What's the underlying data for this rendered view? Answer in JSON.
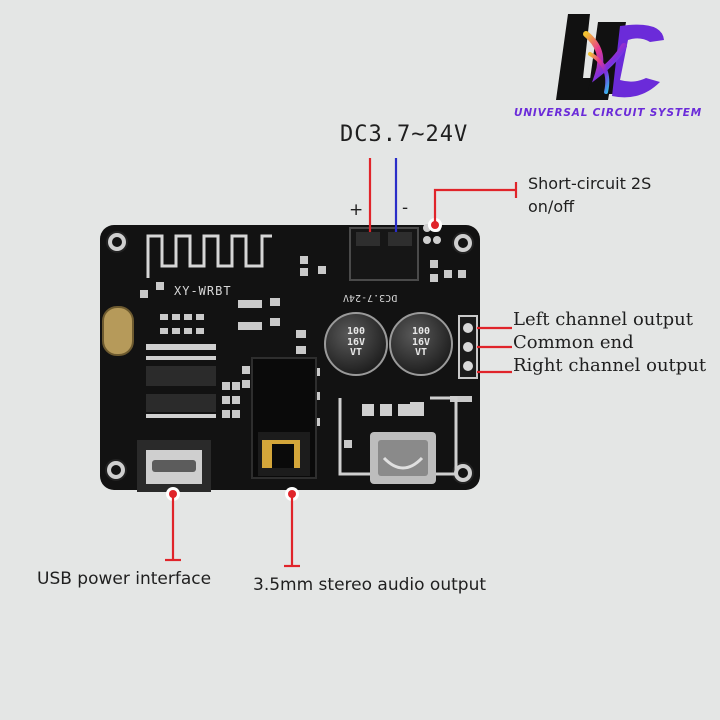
{
  "diagram": {
    "power_label": "DC3.7~24V",
    "plus_sign": "+",
    "minus_sign": "-",
    "short_circuit_line1": "Short-circuit 2S",
    "short_circuit_line2": "on/off",
    "left_channel": "Left channel output",
    "common_end": "Common end",
    "right_channel": "Right channel output",
    "usb_label": "USB power interface",
    "jack_label": "3.5mm stereo audio output"
  },
  "board": {
    "model_silkscreen": "XY-WRBT",
    "voltage_silkscreen": "DC3.7-24V",
    "capacitor_1": "100\n16V\nVT",
    "capacitor_2": "100\n16V\nVT"
  },
  "brand": {
    "logo_text": "UNIVERSAL CIRCUIT SYSTEM"
  },
  "colors": {
    "background": "#e4e6e5",
    "board": "#121212",
    "wire_red": "#e0242a",
    "wire_blue": "#2a2ec8",
    "logo_purple": "#6b2bd9"
  }
}
